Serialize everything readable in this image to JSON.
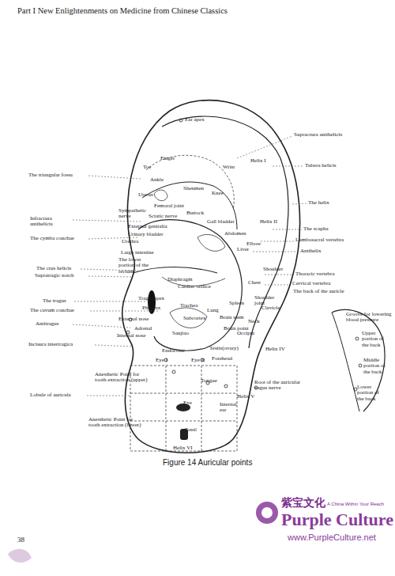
{
  "diagram": {
    "caption": "Figure 14 Auricular points",
    "labels": [
      "Part I New Enlightenments on Medicine from Chinese Classics",
      "Ear apex",
      "Supracrura antihelicis",
      "Finger",
      "Helix I",
      "Tubera helicis",
      "Toe",
      "Wrist",
      "Ankle",
      "The triangular fossa",
      "Shenmen",
      "Knee",
      "The helix",
      "Uterus",
      "Femoral joint",
      "Sympathetic nerve",
      "Sciatic nerve",
      "Buttock",
      "Gall bladder",
      "Helix II",
      "Infracrura antihelicis",
      "External genitalia",
      "Abdomen",
      "Urinary bladder",
      "The scapha",
      "Urethra",
      "Elbow",
      "Lumbosacral vertebra",
      "Large intestine",
      "The cymba conchae",
      "Antihelix",
      "Liver",
      "The lower portion of the rectum",
      "Diaphragm",
      "The crus helicis",
      "Supratragic notch",
      "Shoulder",
      "Thoracic vertebra",
      "Chest",
      "Cervical vertebra",
      "The back of the auricle",
      "Cardiac orifice",
      "Tragic apex",
      "Spleen",
      "Shoulder joint",
      "Pharynx",
      "Trachea",
      "Lung",
      "The tragus",
      "The cavum conchae",
      "Clavicle",
      "Subcortex",
      "Brain stem",
      "Groove for lowering blood pressure",
      "External nose",
      "Neck",
      "Upper portion of the back",
      "Antitragus",
      "Adrenal",
      "Brain point",
      "Internal nose",
      "Sanjiao",
      "Occiput",
      "Endocrine",
      "Testis(ovary)",
      "Helix IV",
      "Incisura intertragica",
      "Middle portion of the back",
      "Forehead",
      "Eye I",
      "Eye II",
      "Anesthetic Point for tooth extraction (upper)",
      "Tongue",
      "Root of the auricular vagus nerve",
      "Lobule of auricula",
      "Lower portion of the back",
      "Eye",
      "Internal ear",
      "Helix V",
      "Anesthetic Point for tooth extraction (lower)",
      "Tonsil",
      "Helix VI",
      "紫宝文化",
      "A China Within Your Reach",
      "Purple Culture",
      "www.PurpleCulture.net",
      "38"
    ]
  }
}
